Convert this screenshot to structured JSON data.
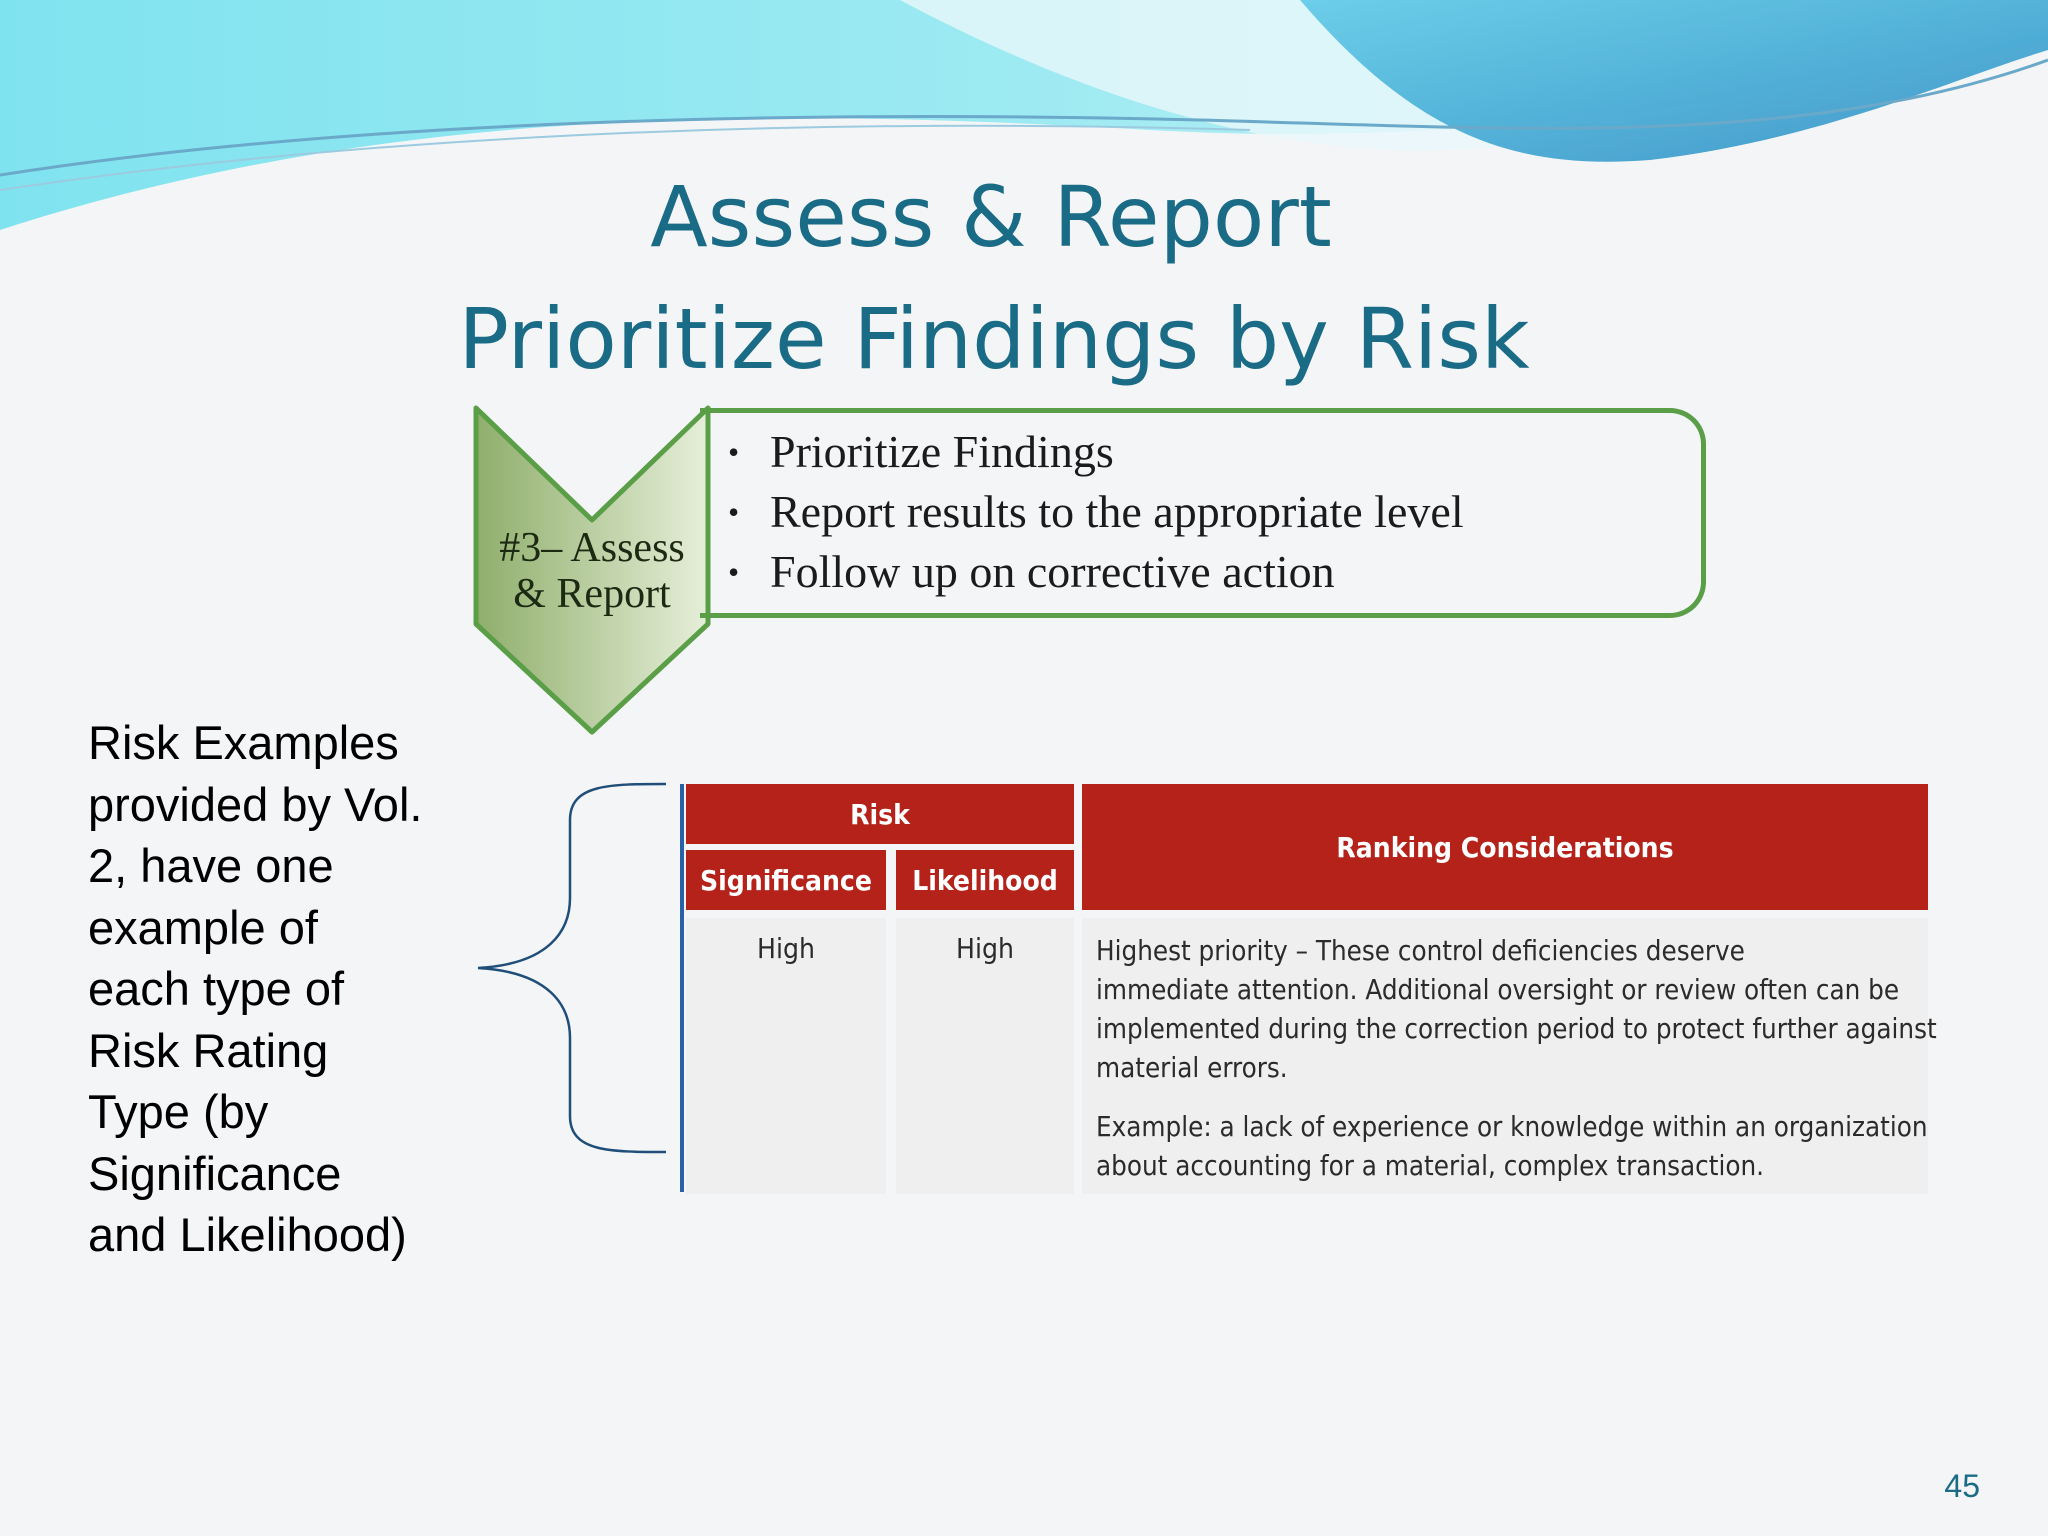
{
  "slide": {
    "title_line1": "Assess & Report",
    "title_line2": "Prioritize Findings by Risk",
    "page_number": "45"
  },
  "step_graphic": {
    "chevron_label_line1": "#3– Assess",
    "chevron_label_line2": "& Report",
    "bullets": [
      "Prioritize Findings",
      "Report results to the appropriate level",
      "Follow up on corrective action"
    ],
    "colors": {
      "outline": "#5a9e47",
      "fill_dark": "#8fae6b",
      "fill_light": "#e6efd9"
    }
  },
  "side_note": {
    "lines": [
      "Risk Examples",
      "provided by Vol.",
      "2, have one",
      "example of",
      "each type of",
      "Risk Rating",
      "Type (by",
      "Significance",
      "and Likelihood)"
    ]
  },
  "risk_table": {
    "group_header": "Risk",
    "column_headers": [
      "Significance",
      "Likelihood",
      "Ranking Considerations"
    ],
    "rows": [
      {
        "significance": "High",
        "likelihood": "High",
        "consideration_lines": [
          "Highest priority – These control deficiencies deserve",
          "immediate attention. Additional oversight or review often can be",
          "implemented during the correction period to protect further against",
          "material errors."
        ],
        "example_lines": [
          "Example: a lack of experience or knowledge within an organization",
          "about accounting for a material, complex transaction."
        ]
      }
    ],
    "colors": {
      "header": "#b5221a",
      "body": "#efefef",
      "rule": "#2b5fa6"
    }
  },
  "theme": {
    "title_color": "#1a6b86",
    "wave_colors": [
      "#7fe3ef",
      "#3fb3d9",
      "#2a8fc7"
    ]
  }
}
